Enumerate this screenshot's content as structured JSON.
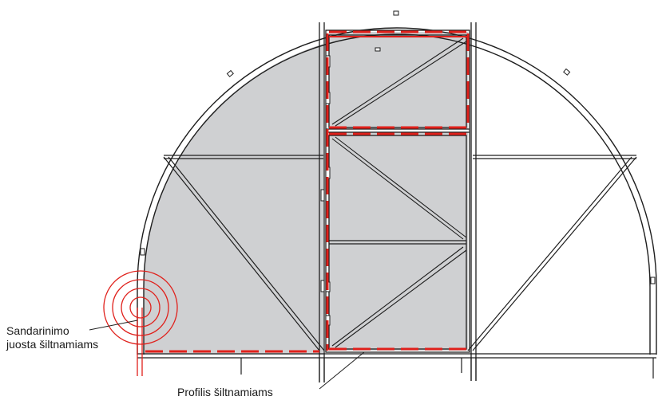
{
  "labels": {
    "sealing_tape_line1": "Sandarinimo",
    "sealing_tape_line2": "juosta šiltnamiams",
    "profile": "Profilis šiltnamiams"
  },
  "colors": {
    "panel_fill": "#cfd0d2",
    "frame_stroke": "#1e1e1e",
    "seal_red": "#e0201b",
    "background": "#ffffff"
  },
  "icons": {
    "sealing_tape_roll": "concentric-circles-spiral"
  }
}
